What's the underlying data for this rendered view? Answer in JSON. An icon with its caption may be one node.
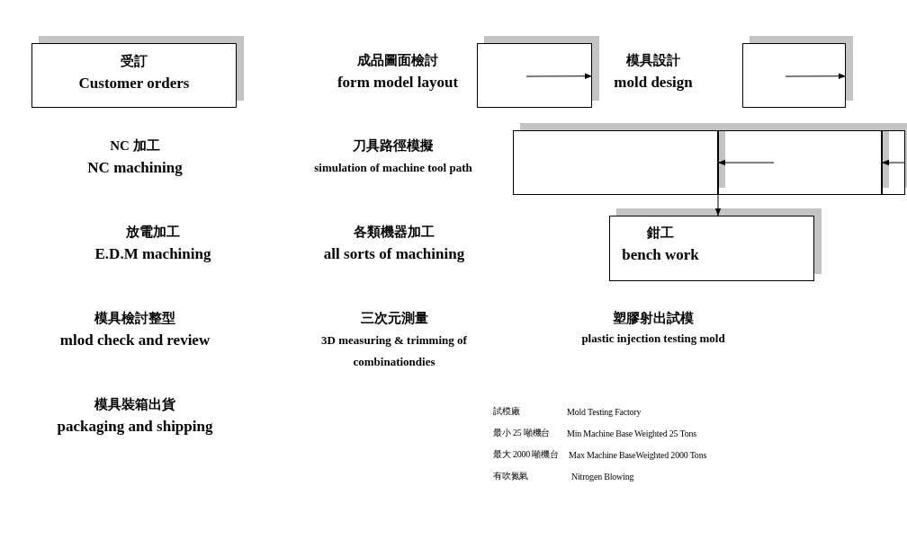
{
  "diagram": {
    "nodes": [
      {
        "text": [
          "受訂",
          "Customer orders"
        ]
      },
      {
        "text": [
          "成品圖面檢討",
          "form model layout"
        ]
      },
      {
        "text": [],
        "shape": "box"
      },
      {
        "text": [
          "模具設計",
          "mold design"
        ]
      },
      {
        "text": [],
        "shape": "box"
      },
      {
        "text": [
          "NC 加工",
          "NC machining"
        ]
      },
      {
        "text": [
          "刀具路徑模擬",
          "simulation of machine tool path"
        ]
      },
      {
        "text": [],
        "shape": "box"
      },
      {
        "text": [],
        "shape": "box"
      },
      {
        "text": [],
        "shape": "box"
      },
      {
        "text": [
          "放電加工",
          "E.D.M machining"
        ]
      },
      {
        "text": [
          "各類機器加工",
          "all sorts of machining"
        ]
      },
      {
        "text": [
          "鉗工",
          "bench work"
        ]
      },
      {
        "text": [
          "模具檢討整型",
          "mlod check and review"
        ]
      },
      {
        "text": [
          "三次元測量",
          "3D measuring & trimming of combinationdies"
        ]
      },
      {
        "text": [
          "塑膠射出試模",
          "plastic injection testing mold"
        ]
      },
      {
        "text": [
          "模具裝箱出貨",
          "packaging and shipping"
        ]
      }
    ],
    "edges": [
      {
        "from": null,
        "to": 2,
        "arrow": "to"
      },
      {
        "from": null,
        "to": 4,
        "arrow": "to"
      },
      {
        "from": 8,
        "to": 7,
        "arrow": "to"
      },
      {
        "from": 9,
        "to": 8,
        "arrow": "to"
      },
      {
        "from": 7,
        "to": 12,
        "arrow": "to"
      }
    ],
    "labels": [
      "試模廠",
      "Mold Testing Factory",
      "最小 25 噸機台",
      "Min Machine Base Weighted 25 Tons",
      "最大 2000 噸機台",
      "Max Machine BaseWeighted 2000 Tons",
      "有吹氮氣",
      "Nitrogen Blowing"
    ]
  }
}
